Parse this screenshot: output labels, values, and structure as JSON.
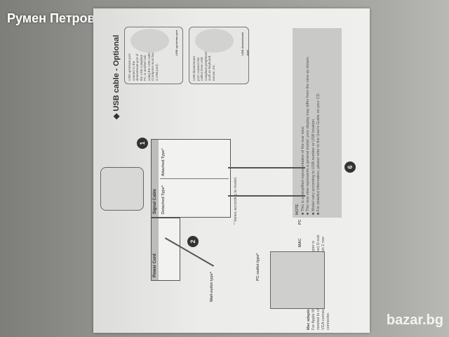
{
  "watermark": "Румен Петров",
  "logo": "bazar.bg",
  "page": {
    "usb_title": "USB cable - Optional",
    "usb_upstream_text": "USB upstream port: connect to the downstream port of the USB compliant PC or another hub using the USB cable (Computer must have a USB port).",
    "usb_upstream_label": "USB upstream port",
    "usb_downstream_text": "USB downstream port: connect the cables from USB compliant peripherals such as keyboard, mouse, etc.",
    "usb_downstream_label": "USB downstream port",
    "note_title": "NOTE",
    "notes": [
      "This is a simplified representation of the rear view.",
      "This rear view represents a general model; your display may differ from the view as shown.",
      "Model vary according to USB number or USB location.",
      "For detailed information, please refer to the User's Guide on your CD."
    ],
    "page_number": "6",
    "step1": "1",
    "step2": "2",
    "signal_cable": "Signal Cable",
    "attached_type": "Attached Type*",
    "detached_type": "Detached Type*",
    "varies": "* Varies according to model.",
    "power_cord": "Power Cord",
    "wall_outlet": "Wall-outlet type*",
    "pc_outlet": "PC-outlet type*",
    "pc_label": "PC",
    "mac_label": "MAC",
    "mac_adapter_title": "Mac adapter",
    "mac_adapter_text": "For Apple Macintosh use, a separate plug adapter is needed to change the 15 pin high density (3 row) D-sub VGA connector on the supplied cable to a 15 pin 2 row connector."
  }
}
